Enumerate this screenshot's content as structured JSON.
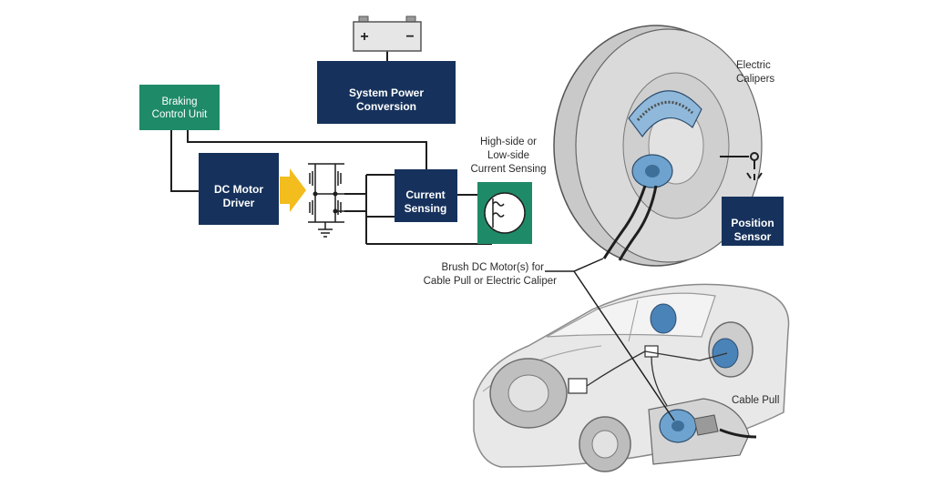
{
  "blocks": {
    "system_power": [
      "System Power",
      "Conversion"
    ],
    "braking_unit": [
      "Braking",
      "Control Unit"
    ],
    "dc_motor_driver": [
      "DC Motor",
      "Driver"
    ],
    "current_sensing": [
      "Current",
      "Sensing"
    ],
    "position_sensor": [
      "Position",
      "Sensor"
    ]
  },
  "labels": {
    "high_low_side": [
      "High-side or",
      "Low-side",
      "Current Sensing"
    ],
    "electric_calipers": [
      "Electric",
      "Calipers"
    ],
    "brush_dc_motor": [
      "Brush DC Motor(s) for",
      "Cable Pull or Electric Caliper"
    ],
    "cable_pull": "Cable Pull"
  },
  "battery": {
    "plus": "+",
    "minus": "−"
  },
  "colors": {
    "navy": "#16325c",
    "green": "#1f8a68",
    "arrow_yellow": "#f2bd1d",
    "motor_blue": "#6ea3cf",
    "disc_grey": "#d9d9d9",
    "car_grey": "#e6e6e6"
  }
}
